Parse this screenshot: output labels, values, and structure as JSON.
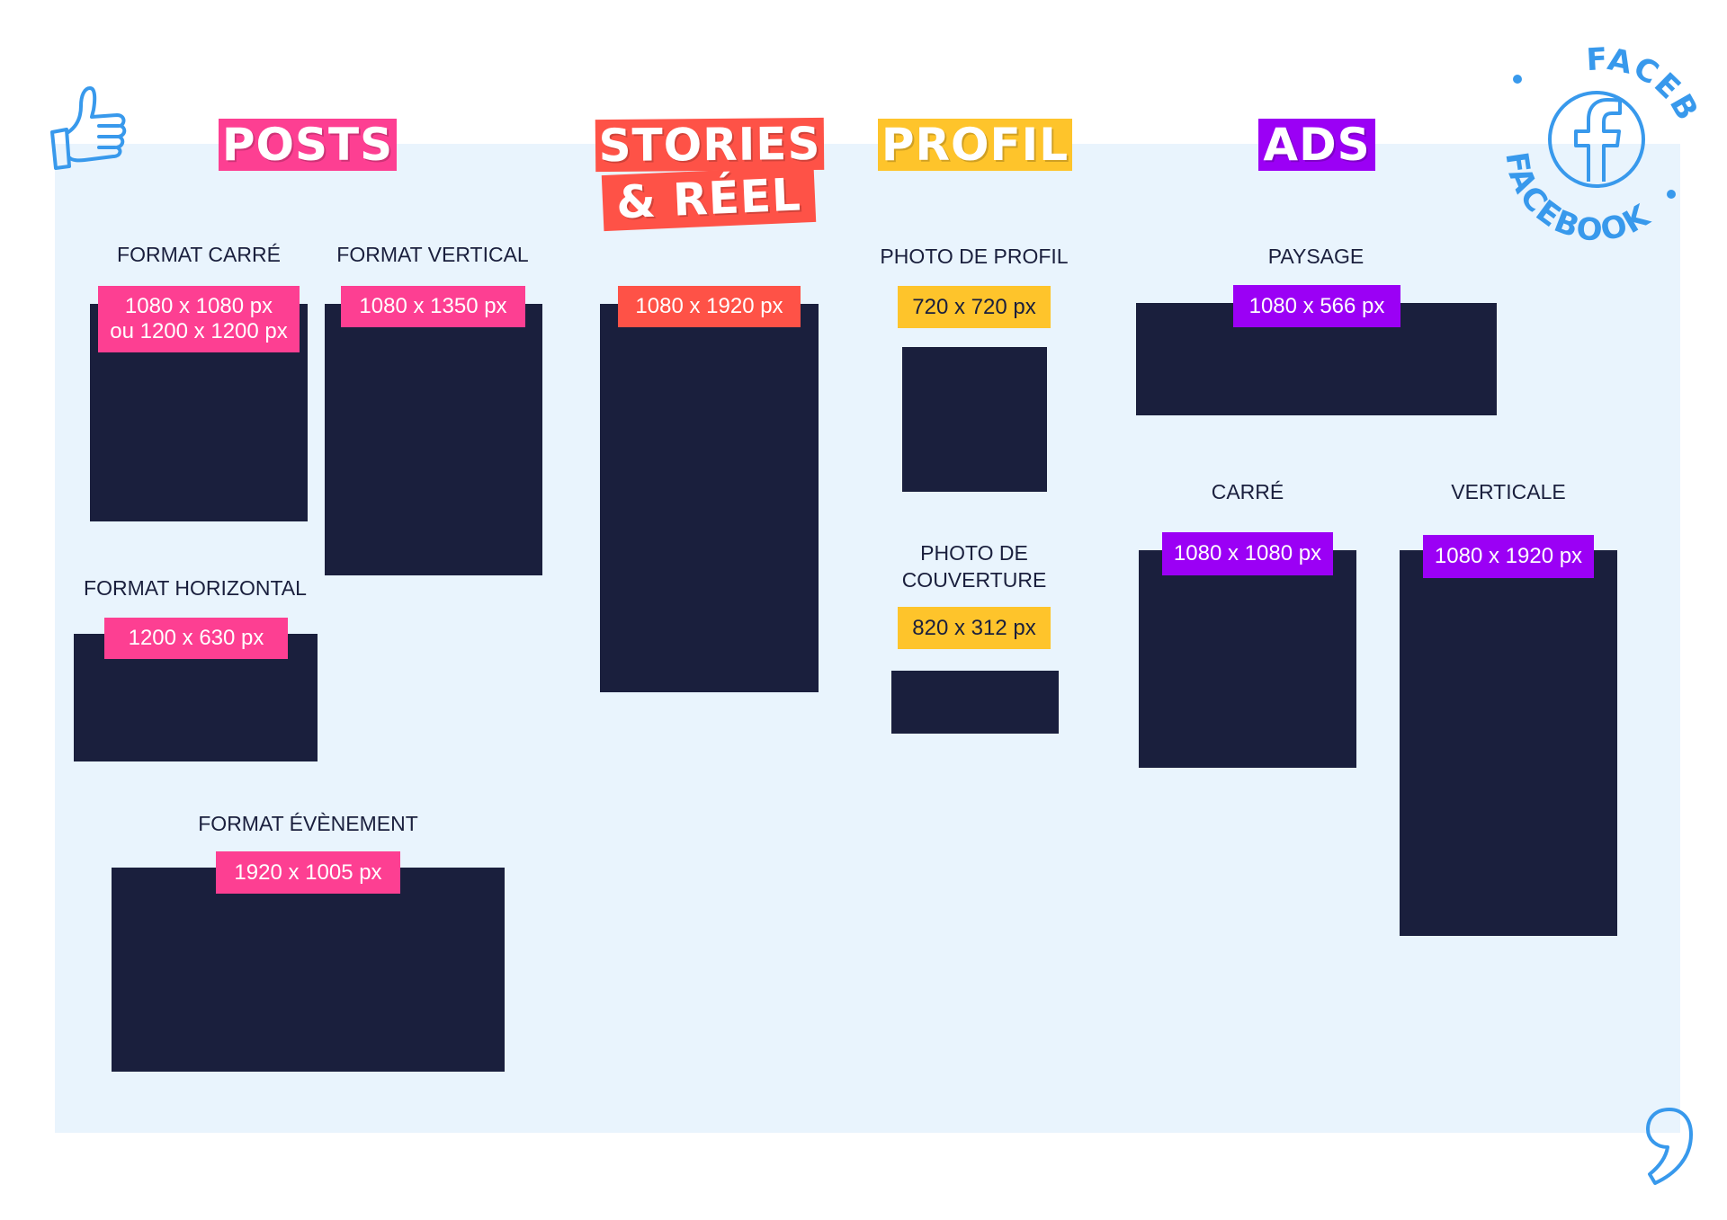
{
  "colors": {
    "posts": "#fd3f92",
    "stories": "#fe5247",
    "profil": "#fec42b",
    "ads": "#9b00f5",
    "box": "#1a1f3d",
    "panel": "#e9f4fd",
    "icon_blue": "#3899ec"
  },
  "badge": {
    "text_top": "FACEBOOK",
    "text_bottom": "FACEBOOK",
    "icon": "facebook-logo-icon"
  },
  "decor": {
    "top_left_icon": "thumbs-up-icon",
    "bottom_right_icon": "comma-icon"
  },
  "sections": {
    "posts": {
      "title": "POSTS",
      "square_label": "FORMAT CARRÉ",
      "square_size_1": "1080 x 1080 px",
      "square_size_2": "ou 1200 x 1200 px",
      "vertical_label": "FORMAT VERTICAL",
      "vertical_size": "1080 x 1350 px",
      "horizontal_label": "FORMAT HORIZONTAL",
      "horizontal_size": "1200 x 630 px",
      "event_label": "FORMAT ÉVÈNEMENT",
      "event_size": "1920 x 1005 px"
    },
    "stories": {
      "title_line1": "STORIES",
      "title_line2": "& RÉEL",
      "size": "1080 x 1920 px"
    },
    "profil": {
      "title": "PROFIL",
      "photo_label": "PHOTO DE PROFIL",
      "photo_size": "720 x 720 px",
      "cover_label_line1": "PHOTO DE",
      "cover_label_line2": "COUVERTURE",
      "cover_size": "820 x 312  px"
    },
    "ads": {
      "title": "ADS",
      "landscape_label": "PAYSAGE",
      "landscape_size": "1080 x 566 px",
      "square_label": "CARRÉ",
      "square_size": "1080 x 1080 px",
      "vertical_label": "VERTICALE",
      "vertical_size": "1080 x 1920 px"
    }
  }
}
